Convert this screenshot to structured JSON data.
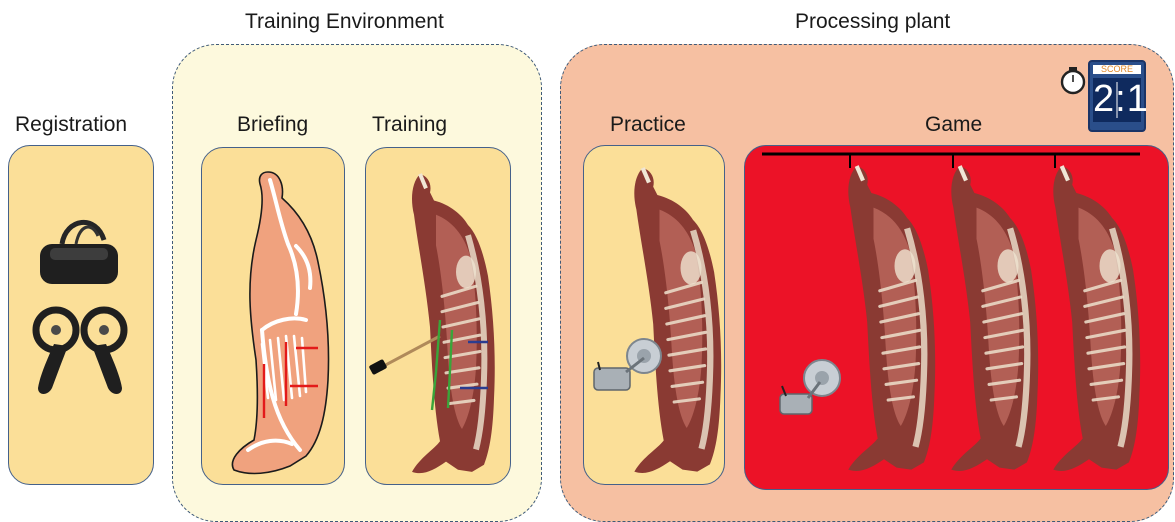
{
  "registration": {
    "title": "Registration"
  },
  "training_environment": {
    "title": "Training Environment",
    "briefing": {
      "title": "Briefing"
    },
    "training": {
      "title": "Training"
    }
  },
  "processing_plant": {
    "title": "Processing plant",
    "practice": {
      "title": "Practice"
    },
    "game": {
      "title": "Game"
    },
    "scoreboard": {
      "label": "SCORE",
      "value": "2:1"
    }
  },
  "colors": {
    "panel_fill": "#fbdf98",
    "training_env_fill": "#fdf9dd",
    "processing_fill": "#f6c0a2",
    "game_fill": "#ec1227",
    "border_blue": "#45618a"
  },
  "icons": [
    "vr-headset-icon",
    "vr-controller-icon",
    "timer-icon",
    "scoreboard-icon",
    "probe-icon"
  ]
}
